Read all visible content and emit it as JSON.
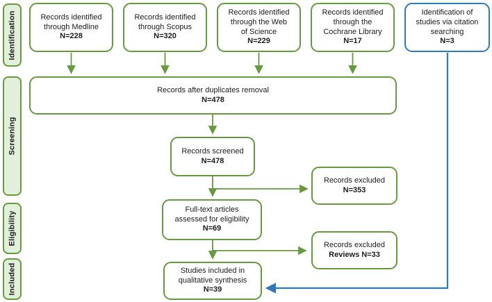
{
  "figure": "PRISMA flow diagram of study selection",
  "colors": {
    "box_border_green": "#669a41",
    "sidebar_fill": "#e2efda",
    "citation_blue": "#2e79bd",
    "text": "#1c1c1c",
    "background": "#ffffff"
  },
  "sidebar": {
    "items": [
      {
        "label": "Identification"
      },
      {
        "label": "Screening"
      },
      {
        "label": "Eligibility"
      },
      {
        "label": "Included"
      }
    ]
  },
  "boxes": {
    "medline": {
      "text": "Records identified\nthrough Medline",
      "n": "N=228"
    },
    "scopus": {
      "text": "Records identified\nthrough Scopus",
      "n": "N=320"
    },
    "web_of_science": {
      "text": "Records identified\nthrough the Web\nof Science",
      "n": "N=229"
    },
    "cochrane": {
      "text": "Records identified\nthrough the\nCochrane Library",
      "n": "N=17"
    },
    "citation": {
      "text": "Identification of\nstudies via citation\nsearching",
      "n": "N=3"
    },
    "duplicates": {
      "text": "Records after duplicates removal",
      "n": "N=478"
    },
    "screened": {
      "text": "Records screened",
      "n": "N=478"
    },
    "excluded_records": {
      "text": "Records excluded",
      "n": "N=353"
    },
    "fulltext": {
      "text": "Full-text articles\nassessed for eligibility",
      "n": "N=69"
    },
    "excluded_reviews": {
      "text": "Records excluded",
      "n": "Reviews N=33"
    },
    "included_studies": {
      "text": "Studies included in\nqualitative synthesis",
      "n": "N=39"
    }
  }
}
